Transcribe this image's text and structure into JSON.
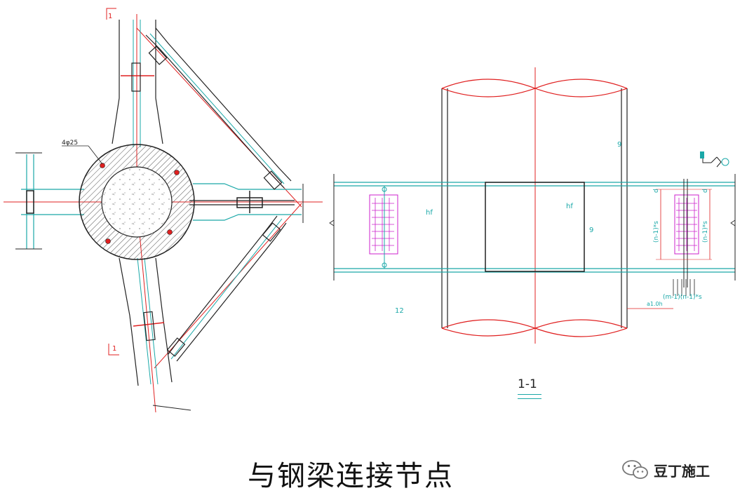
{
  "caption": "与钢梁连接节点",
  "brand": {
    "name": "豆丁施工",
    "icon": "wechat-icon"
  },
  "section_label": "1-1",
  "annotations": {
    "rebar": "4φ25",
    "cut_top": "1",
    "cut_bottom": "1",
    "hf_left": "hf",
    "hf_right": "hf",
    "num_9a": "9",
    "num_9b": "9",
    "num_12": "12",
    "dim_n1s_left": "(n-1)*s",
    "dim_n1s_right": "(n-1)*s",
    "dim_m1n1s": "(m-1)(n-1)*s",
    "dim_d_top": "d",
    "dim_d_bot": "d",
    "dim_a10h": "a1.0h"
  },
  "colors": {
    "line": "#222222",
    "cyan": "#1aa8a8",
    "red": "#e02020",
    "magenta": "#cc22cc",
    "hatch": "#555555"
  }
}
